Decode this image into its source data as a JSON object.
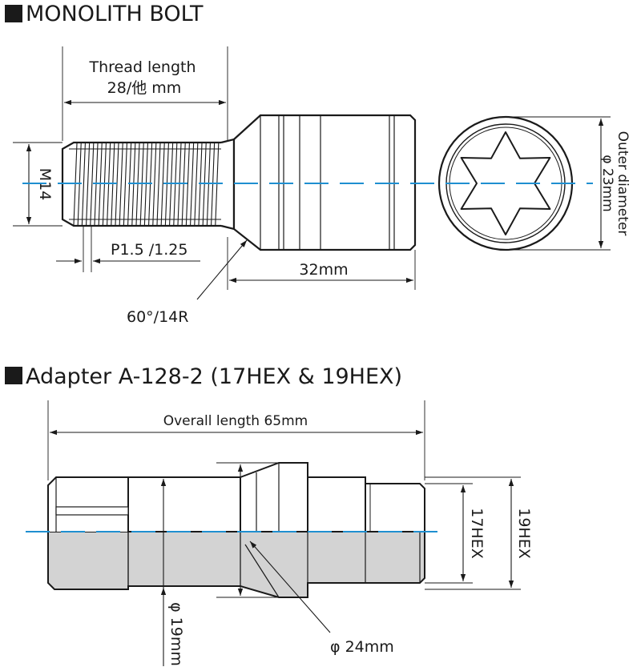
{
  "sections": {
    "bolt": {
      "title": "MONOLITH BOLT",
      "labels": {
        "thread_length_line1": "Thread length",
        "thread_length_line2": "28/他 mm",
        "thread_size": "M14",
        "pitch": "P1.5 /1.25",
        "seat": "60°/14R",
        "body_length": "32mm",
        "outer_diameter_line1": "Outer diameter",
        "outer_diameter_line2": "φ 23mm"
      }
    },
    "adapter": {
      "title": "Adapter A-128-2 (17HEX & 19HEX)",
      "labels": {
        "overall_length": "Overall length 65mm",
        "hex17": "17HEX",
        "hex19": "19HEX",
        "dia19": "φ 19mm",
        "dia24": "φ 24mm"
      }
    }
  },
  "colors": {
    "centerline": "#1f8fd0",
    "section_fill": "#d3d3d3",
    "line": "#1a1a1a",
    "square_bullet": "#1a1a1a"
  },
  "icons": {
    "bullet": "black-square-icon"
  }
}
